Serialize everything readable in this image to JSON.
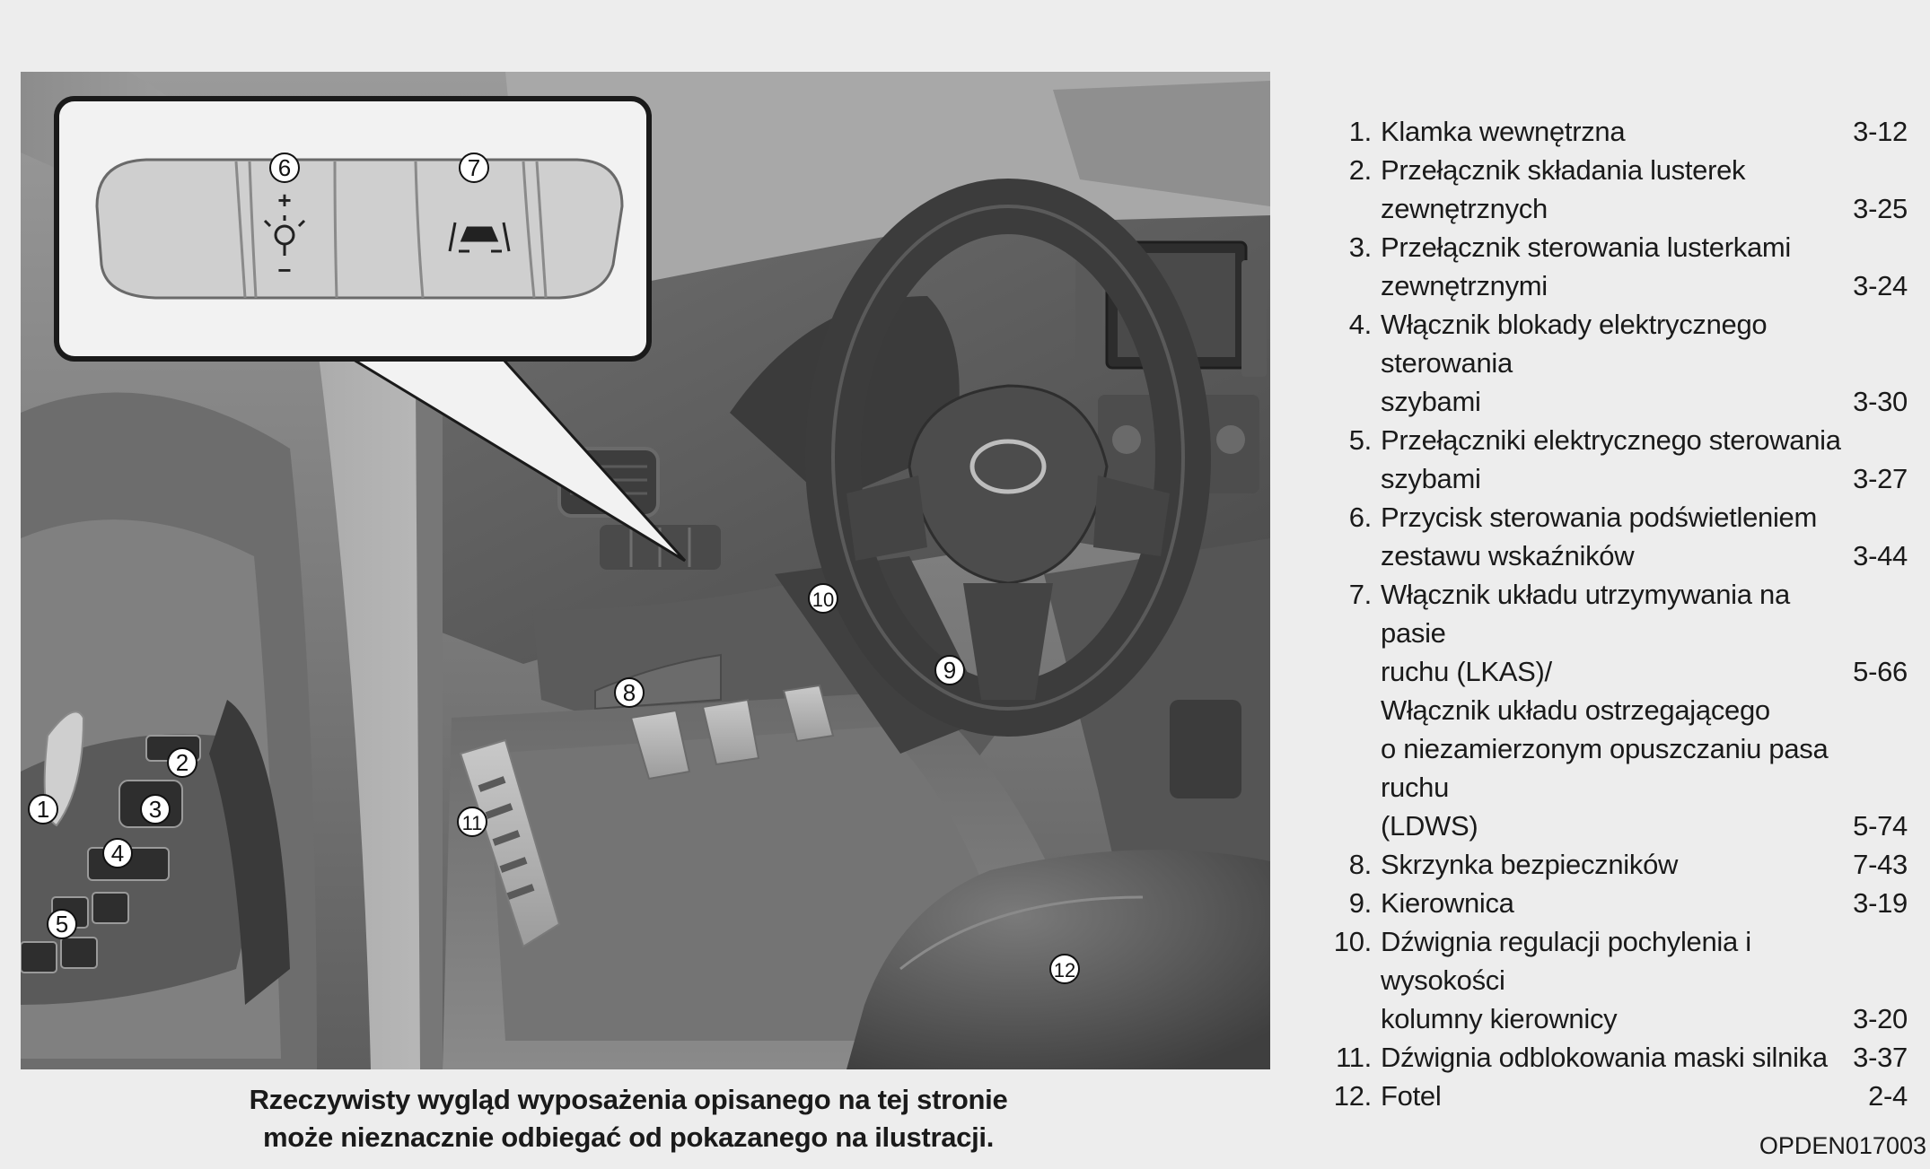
{
  "illustration": {
    "callouts": [
      {
        "id": "1",
        "label": "1"
      },
      {
        "id": "2",
        "label": "2"
      },
      {
        "id": "3",
        "label": "3"
      },
      {
        "id": "4",
        "label": "4"
      },
      {
        "id": "5",
        "label": "5"
      },
      {
        "id": "6",
        "label": "6"
      },
      {
        "id": "7",
        "label": "7"
      },
      {
        "id": "8",
        "label": "8"
      },
      {
        "id": "9",
        "label": "9"
      },
      {
        "id": "10",
        "label": "10"
      },
      {
        "id": "11",
        "label": "11"
      },
      {
        "id": "12",
        "label": "12"
      }
    ],
    "switch_plus": "+",
    "switch_minus": "−"
  },
  "legend": [
    {
      "num": "1.",
      "lines": [
        "Klamka wewnętrzna"
      ],
      "page": "3-12"
    },
    {
      "num": "2.",
      "lines": [
        "Przełącznik składania lusterek",
        "zewnętrznych"
      ],
      "page": "3-25"
    },
    {
      "num": "3.",
      "lines": [
        "Przełącznik sterowania lusterkami",
        "zewnętrznymi"
      ],
      "page": "3-24"
    },
    {
      "num": "4.",
      "lines": [
        "Włącznik blokady elektrycznego sterowania",
        "szybami"
      ],
      "page": "3-30"
    },
    {
      "num": "5.",
      "lines": [
        "Przełączniki elektrycznego sterowania",
        "szybami"
      ],
      "page": "3-27"
    },
    {
      "num": "6.",
      "lines": [
        "Przycisk sterowania podświetleniem",
        "zestawu wskaźników"
      ],
      "page": "3-44"
    },
    {
      "num": "7.",
      "lines": [
        "Włącznik układu utrzymywania na pasie",
        "ruchu (LKAS)/"
      ],
      "page": "5-66"
    },
    {
      "num": "",
      "lines": [
        "Włącznik układu ostrzegającego",
        "o niezamierzonym opuszczaniu pasa ruchu",
        "(LDWS)"
      ],
      "page": "5-74"
    },
    {
      "num": "8.",
      "lines": [
        "Skrzynka bezpieczników"
      ],
      "page": "7-43"
    },
    {
      "num": "9.",
      "lines": [
        "Kierownica"
      ],
      "page": "3-19"
    },
    {
      "num": "10.",
      "lines": [
        "Dźwignia regulacji pochylenia i wysokości",
        "kolumny kierownicy"
      ],
      "page": "3-20"
    },
    {
      "num": "11.",
      "lines": [
        "Dźwignia odblokowania maski silnika"
      ],
      "page": "3-37"
    },
    {
      "num": "12.",
      "lines": [
        "Fotel"
      ],
      "page": "2-4"
    }
  ],
  "caption": [
    "Rzeczywisty wygląd wyposażenia opisanego na tej stronie",
    "może nieznacznie odbiegać od pokazanego na ilustracji."
  ],
  "image_code": "OPDEN017003"
}
